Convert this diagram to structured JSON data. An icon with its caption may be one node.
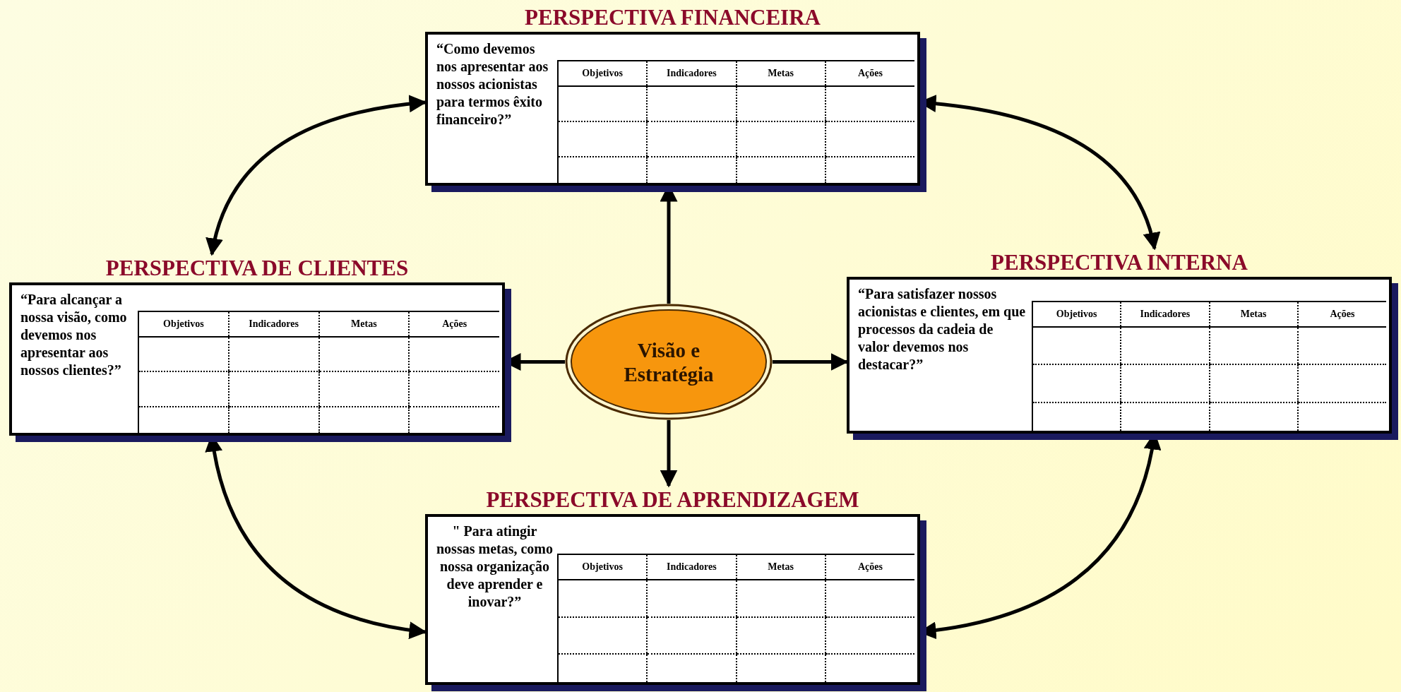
{
  "diagram": {
    "nodes": [
      {
        "text": [
          "PERSPECTIVA FINANCEIRA",
          "“Como devemos nos apresentar aos nossos acionistas para termos êxito financeiro?”",
          "Objetivos",
          "Indicadores",
          "Metas",
          "Ações"
        ]
      },
      {
        "text": [
          "PERSPECTIVA DE CLIENTES",
          "“Para alcançar a nossa visão, como devemos nos apresentar aos nossos clientes?”",
          "Objetivos",
          "Indicadores",
          "Metas",
          "Ações"
        ]
      },
      {
        "text": [
          "Visão e Estratégia"
        ]
      },
      {
        "text": [
          "PERSPECTIVA INTERNA",
          "“Para satisfazer nossos acionistas e clientes, em que processos da cadeia de valor devemos nos destacar?”",
          "Objetivos",
          "Indicadores",
          "Metas",
          "Ações"
        ]
      },
      {
        "text": [
          "PERSPECTIVA DE APRENDIZAGEM",
          "\" Para atingir nossas metas, como nossa organização deve aprender e inovar?”",
          "Objetivos",
          "Indicadores",
          "Metas",
          "Ações"
        ]
      }
    ],
    "edges": [
      {
        "from": 2,
        "to": 0,
        "arrow": "to"
      },
      {
        "from": 2,
        "to": 1,
        "arrow": "to"
      },
      {
        "from": 2,
        "to": 3,
        "arrow": "to"
      },
      {
        "from": 2,
        "to": 4,
        "arrow": "to"
      },
      {
        "from": 0,
        "to": 1,
        "arrow": "both"
      },
      {
        "from": 0,
        "to": 3,
        "arrow": "both"
      },
      {
        "from": 1,
        "to": 4,
        "arrow": "both"
      },
      {
        "from": 3,
        "to": 4,
        "arrow": "both"
      }
    ]
  }
}
